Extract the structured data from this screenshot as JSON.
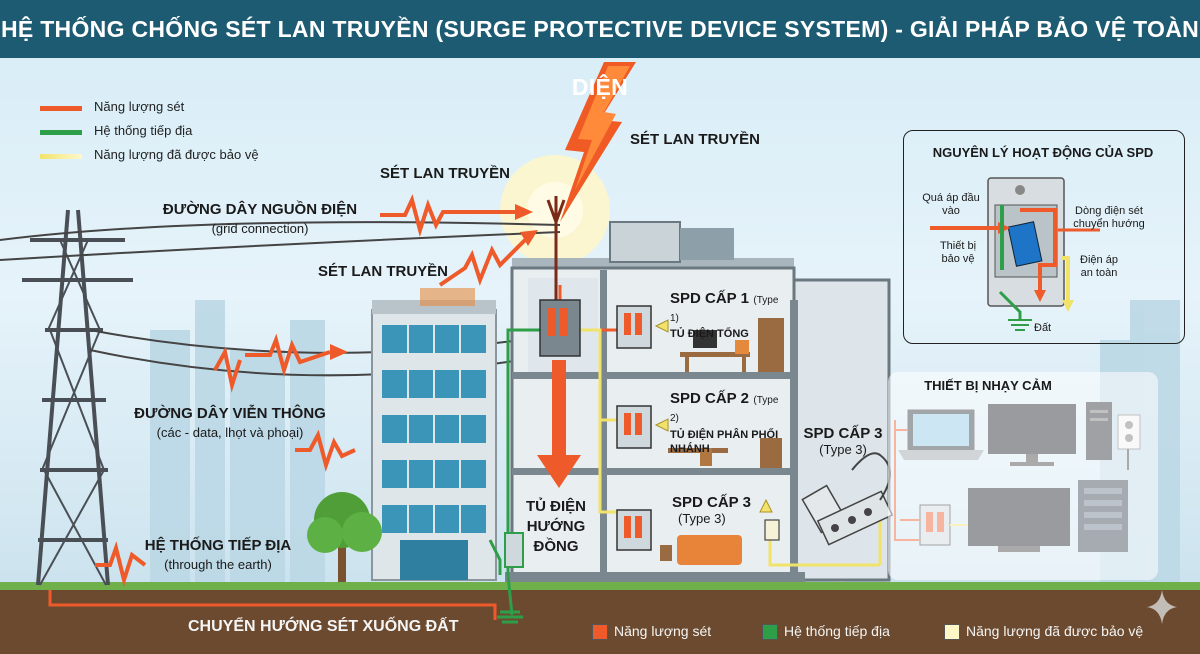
{
  "title": "HỆ THỐNG CHỐNG SÉT LAN TRUYỀN (SURGE PROTECTIVE DEVICE SYSTEM) - GIẢI PHÁP BẢO VỆ TOÀN DIỆN",
  "colors": {
    "lightning": "#ee5a2a",
    "ground": "#2e9e48",
    "protected": "#f1e36a",
    "title_bar": "#1d5b73"
  },
  "legend_top": [
    {
      "label": "Năng lượng sét",
      "color": "#ee5a2a"
    },
    {
      "label": "Hệ thống tiếp địa",
      "color": "#2e9e48"
    },
    {
      "label": "Năng lượng đã được bảo vệ",
      "color": "#f1e36a"
    }
  ],
  "labels": {
    "surge_top": "SÉT LAN TRUYỀN",
    "surge_line": "SÉT LAN TRUYỀN",
    "surge_left": "SÉT LAN TRUYỀN",
    "power_line": "ĐƯỜNG DÂY NGUỒN ĐIỆN",
    "power_line_sub": "(grid connection)",
    "telecom_line": "ĐƯỜNG DÂY VIỄN THÔNG",
    "telecom_sub": "(các - data, lhọt và phoại)",
    "earthing": "HỆ THỐNG TIẾP ĐỊA",
    "earthing_sub": "(through the earth)",
    "divert_to_ground": "CHUYỂN HƯỚNG SÉT XUỐNG ĐẤT",
    "diverter_panel": [
      "TỦ ĐIỆN",
      "HƯỚNG",
      "ĐỒNG"
    ]
  },
  "spd_levels": [
    {
      "title": "SPD CẤP 1",
      "type": "(Type 1)",
      "desc": "TỦ ĐIỆN TỔNG"
    },
    {
      "title": "SPD CẤP 2",
      "type": "(Type 2)",
      "desc": "TỦ ĐIỆN PHÂN PHỐI NHÁNH"
    },
    {
      "title": "SPD CẤP 3",
      "type": "(Type 3)",
      "desc": ""
    }
  ],
  "spd3_device": {
    "title": "SPD CẤP 3",
    "type": "(Type 3)"
  },
  "principle_panel": {
    "title": "NGUYÊN LÝ HOẠT ĐỘNG CỦA SPD",
    "input": "Quá áp đầu vào",
    "device": "Thiết bị bảo vệ",
    "diverted": "Dòng điện sét chuyển hướng",
    "safe": "Điện áp an toàn",
    "earth": "Đất"
  },
  "sensitive_panel": {
    "title": "THIẾT BỊ NHẠY CẢM"
  },
  "legend_bottom": [
    {
      "label": "Năng lượng sét",
      "color": "#ee5a2a"
    },
    {
      "label": "Hệ thống tiếp địa",
      "color": "#2e9e48"
    },
    {
      "label": "Năng lượng đã được bảo vệ",
      "color": "#fff6c8"
    }
  ]
}
